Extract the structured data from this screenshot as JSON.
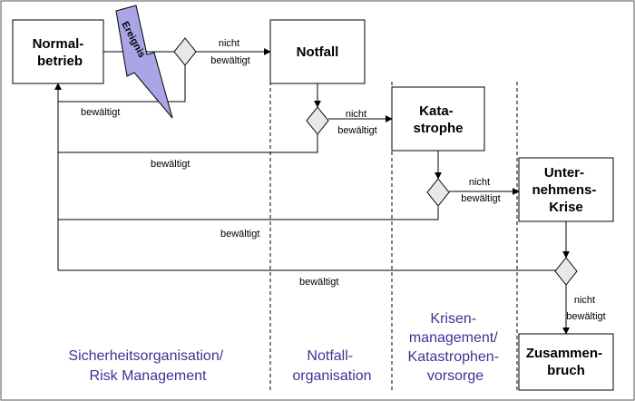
{
  "boxes": {
    "normal": [
      "Normal-",
      "betrieb"
    ],
    "notfall": [
      "Notfall"
    ],
    "katastrophe": [
      "Kata-",
      "strophe"
    ],
    "krise": [
      "Unter-",
      "nehmens-",
      "Krise"
    ],
    "zusammenbruch": [
      "Zusammen-",
      "bruch"
    ]
  },
  "event_label": "Ereignis",
  "edge_labels": {
    "not_handled": [
      "nicht",
      "bewältigt"
    ],
    "handled": "bewältigt"
  },
  "zones": {
    "security": [
      "Sicherheitsorganisation/",
      "Risk Management"
    ],
    "emergency": [
      "Notfall-",
      "organisation"
    ],
    "crisis": [
      "Krisen-",
      "management/",
      "Katastrophen-",
      "vorsorge"
    ]
  },
  "colors": {
    "event_fill": "#aaa6e6",
    "zone_text": "#3d3393",
    "diamond_fill": "#e8e8e8"
  }
}
